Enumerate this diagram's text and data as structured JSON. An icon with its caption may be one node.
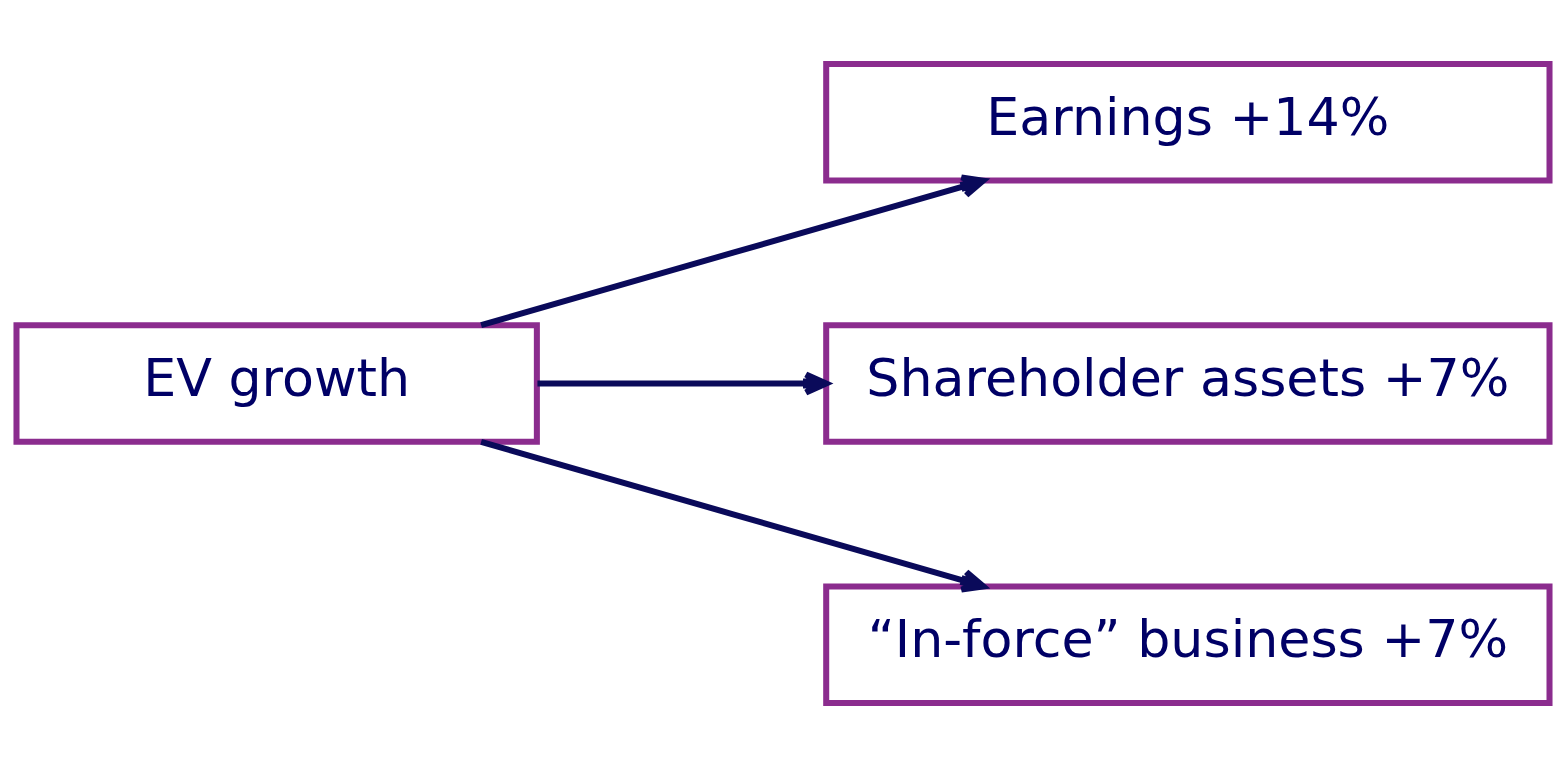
{
  "diagram": {
    "nodes": [
      {
        "text": [
          "EV growth"
        ]
      },
      {
        "text": [
          "Earnings +14%"
        ]
      },
      {
        "text": [
          "Shareholder assets +7%"
        ]
      },
      {
        "text": [
          "“In-force” business +7%"
        ]
      }
    ],
    "edges": [
      {
        "from": 0,
        "to": 1,
        "arrow": "to"
      },
      {
        "from": 0,
        "to": 2,
        "arrow": "to"
      },
      {
        "from": 0,
        "to": 3,
        "arrow": "to"
      }
    ]
  }
}
